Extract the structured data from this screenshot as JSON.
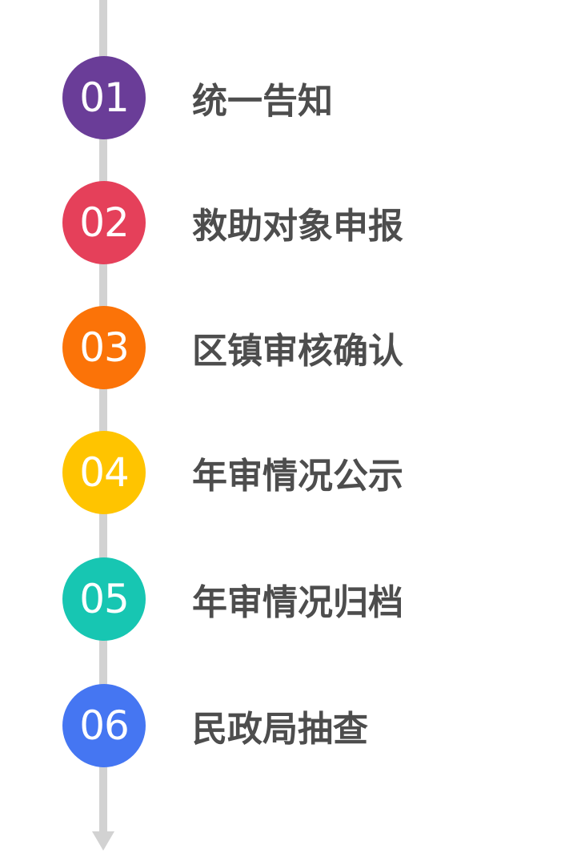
{
  "steps": [
    {
      "number": "01",
      "label": "统一告知",
      "color": "#6a3d98"
    },
    {
      "number": "02",
      "label": "救助对象申报",
      "color": "#e5405a"
    },
    {
      "number": "03",
      "label": "区镇审核确认",
      "color": "#fb7308"
    },
    {
      "number": "04",
      "label": "年审情况公示",
      "color": "#ffc400"
    },
    {
      "number": "05",
      "label": "年审情况归档",
      "color": "#17c6b2"
    },
    {
      "number": "06",
      "label": "民政局抽查",
      "color": "#4576f2"
    }
  ],
  "colors": {
    "timeline": "#d2d2d2",
    "label_text": "#4d4d4d",
    "number_text": "#ffffff"
  }
}
